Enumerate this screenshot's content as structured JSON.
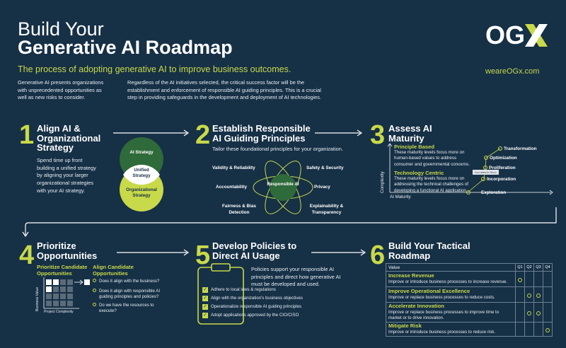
{
  "header": {
    "title_line1": "Build Your",
    "title_line2": "Generative AI Roadmap",
    "subtitle": "The process of adopting generative AI to improve business outcomes.",
    "intro_left": "Generative AI presents organizations with unprecedented opportunities as well as new risks to consider.",
    "intro_right": "Regardless of the AI initiatives selected, the critical success factor will be the establishment and enforcement of responsible AI guiding principles. This is a crucial step in providing safeguards in the development and deployment of AI technologies.",
    "logo": "OGX",
    "website": "weareOGx.com"
  },
  "step1": {
    "number": "1",
    "title": "Align AI & Organizational Strategy",
    "text": "Spend time up front building a unified strategy by aligning your larger organizational strategies with your AI strategy.",
    "circle_top": "AI Strategy",
    "circle_middle": "Unified Strategy",
    "circle_bottom": "Organizational Strategy"
  },
  "step2": {
    "number": "2",
    "title": "Establish Responsible AI Guiding Principles",
    "text": "Tailor these foundational principles for your organization.",
    "center": "Responsible AI",
    "principles": {
      "validity": "Validity & Reliability",
      "safety": "Safety & Security",
      "accountability": "Accountability",
      "privacy": "Privacy",
      "fairness": "Fairness & Bias Detection",
      "explainability": "Explainability & Transparency"
    }
  },
  "step3": {
    "number": "3",
    "title": "Assess AI Maturity",
    "principle_title": "Principle Based",
    "principle_text": "These maturity levels focus more on human-based values to address consumer and governmental concerns.",
    "tech_title": "Technology Centric",
    "tech_text": "These maturity levels focus more on addressing the technical challenges of developing a functional AI application.",
    "y_label": "Complexity",
    "x_label": "AI Maturity",
    "levels": [
      "Transformation",
      "Optimization",
      "Proliferation",
      "Incorporation",
      "Exploration"
    ],
    "tooltip": "Zoo data to Reco"
  },
  "step4": {
    "number": "4",
    "title": "Prioritize Opportunities",
    "col1_title": "Prioritize Candidate Opportunities",
    "col2_title": "Align Candidate Opportunities",
    "y_label": "Business Value",
    "x_label": "Project Complexity",
    "questions": [
      "Does it align with the business?",
      "Does it align with responsible AI guiding principles and policies?",
      "Do we have the resources to execute?"
    ]
  },
  "step5": {
    "number": "5",
    "title": "Develop Policies to Direct AI Usage",
    "text": "Policies support your responsible AI principles and direct how generative AI must be developed and used.",
    "items": [
      "Adhere to local laws & regulations",
      "Align with the organization's business objectives",
      "Operationalize responsible AI guiding principles",
      "Adopt applications approved by the CIO/CISO"
    ]
  },
  "step6": {
    "number": "6",
    "title": "Build Your Tactical Roadmap",
    "header_value": "Value",
    "quarters": [
      "Q1",
      "Q2",
      "Q3",
      "Q4"
    ],
    "rows": [
      {
        "title": "Increase Revenue",
        "desc": "Improve or introduce business processes to increase revenue.",
        "marks": [
          true,
          false,
          false,
          false
        ]
      },
      {
        "title": "Improve Operational Excellence",
        "desc": "Improve or replace business processes to reduce costs.",
        "marks": [
          false,
          true,
          true,
          false
        ]
      },
      {
        "title": "Accelerate Innovation",
        "desc": "Improve or replace business processes to improve time to market or to drive innovation.",
        "marks": [
          false,
          true,
          true,
          false
        ]
      },
      {
        "title": "Mitigate Risk",
        "desc": "Improve or introduce business processes to reduce risk.",
        "marks": [
          false,
          false,
          false,
          true
        ]
      }
    ]
  },
  "colors": {
    "background": "#163046",
    "accent": "#c8d94a",
    "green": "#2f6a3a"
  }
}
